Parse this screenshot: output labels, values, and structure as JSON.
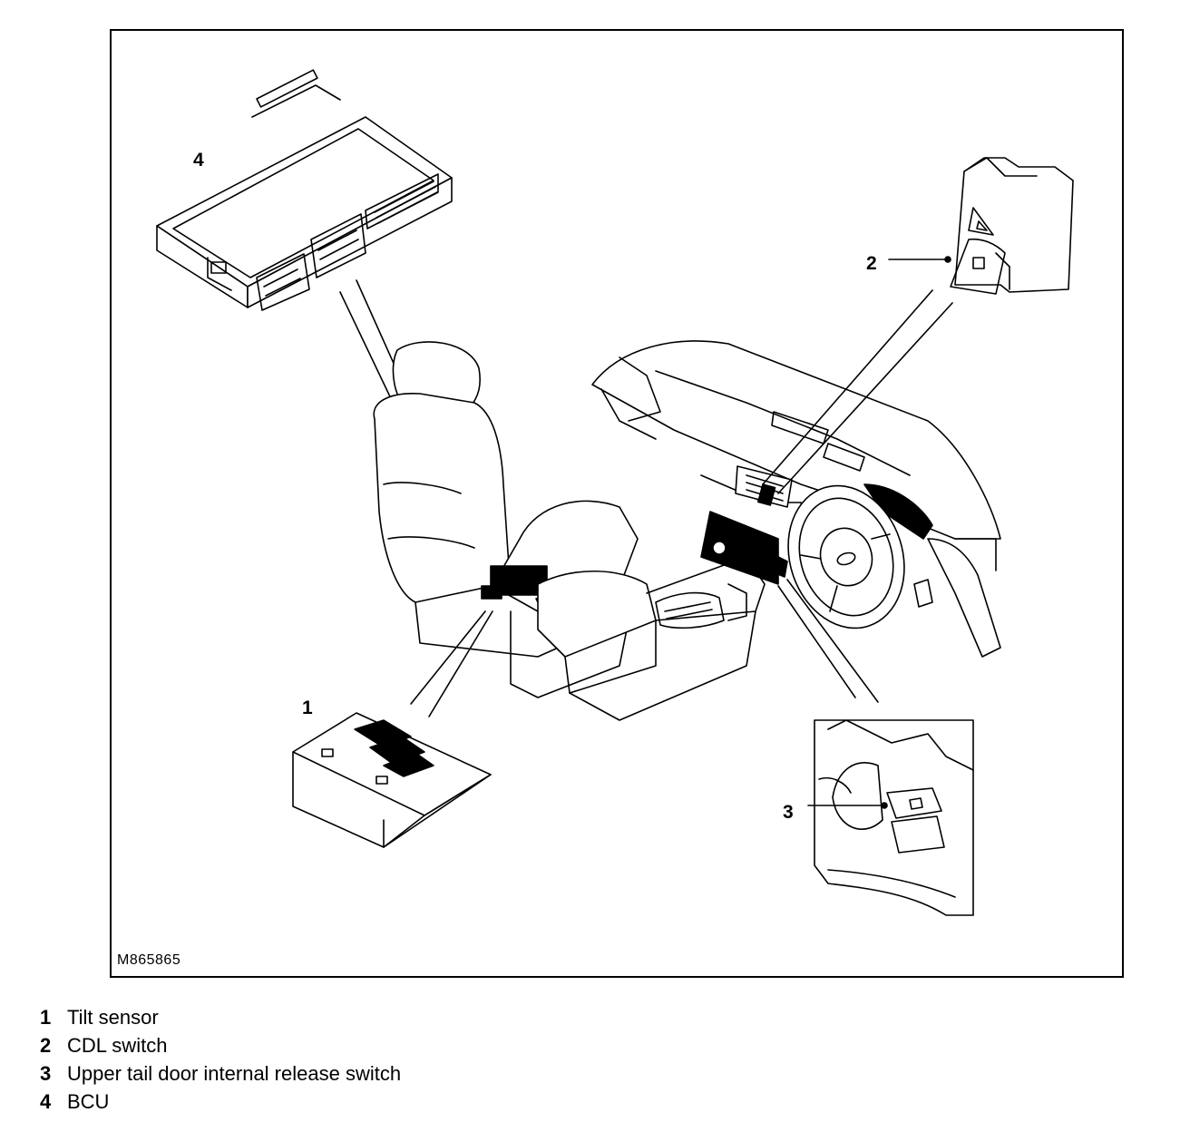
{
  "figure": {
    "code": "M865865",
    "callouts": [
      {
        "id": "1",
        "label": "1"
      },
      {
        "id": "2",
        "label": "2"
      },
      {
        "id": "3",
        "label": "3"
      },
      {
        "id": "4",
        "label": "4"
      }
    ]
  },
  "legend": {
    "items": [
      {
        "num": "1",
        "text": "Tilt sensor"
      },
      {
        "num": "2",
        "text": "CDL switch"
      },
      {
        "num": "3",
        "text": "Upper tail door internal release switch"
      },
      {
        "num": "4",
        "text": "BCU"
      }
    ]
  }
}
